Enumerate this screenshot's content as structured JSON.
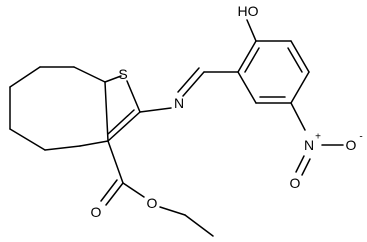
{
  "molecule": {
    "atoms": {
      "hydroxyl_oxygen": "HO",
      "thiophene_sulfur": "S",
      "imine_nitrogen": "N",
      "nitro_nitrogen": "N",
      "nitro_charge_plus": "+",
      "nitro_oxygen_anion": "O",
      "nitro_charge_minus": "-",
      "nitro_oxygen_double": "O",
      "ester_carbonyl_oxygen": "O",
      "ester_ether_oxygen": "O"
    }
  }
}
